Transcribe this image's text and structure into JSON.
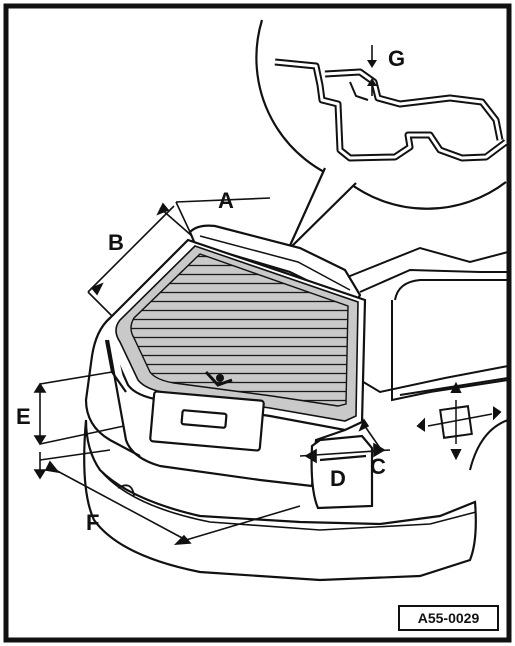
{
  "labels": {
    "a": "A",
    "b": "B",
    "c": "C",
    "d": "D",
    "e": "E",
    "f": "F",
    "g": "G"
  },
  "reference": "A55-0029",
  "colors": {
    "ink": "#111111",
    "glass": "#c9c9c9",
    "paper": "#ffffff"
  }
}
